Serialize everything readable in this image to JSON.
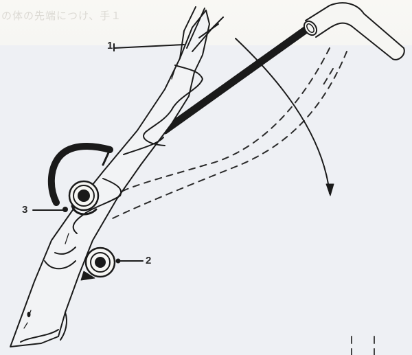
{
  "figure": {
    "type": "technical-illustration",
    "subject": "sapling stem with twine wrapped around it, a lever bar bent by hand, and rollers",
    "background_bleed_text": "の体の先端につけ、手１",
    "callouts": [
      {
        "number": "1",
        "target": "stem-top-twine"
      },
      {
        "number": "2",
        "target": "lower-roller"
      },
      {
        "number": "3",
        "target": "upper-roller-pin"
      }
    ],
    "annotations": {
      "curved_arrow": "bending-direction-arrow",
      "dashed_paths": "lever-motion-path"
    },
    "colors": {
      "background_top": "#f8f7f3",
      "background": "#eef0f4",
      "ink": "#1a1a1a"
    }
  }
}
